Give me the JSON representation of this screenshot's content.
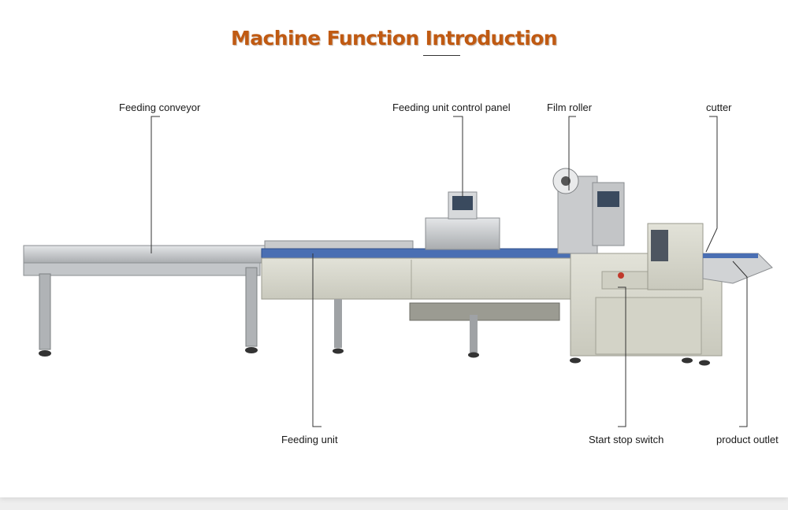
{
  "title": "Machine Function Introduction",
  "labels": {
    "feeding_conveyor": "Feeding conveyor",
    "feeding_unit_control_panel": "Feeding unit control panel",
    "film_roller": "Film roller",
    "cutter": "cutter",
    "feeding_unit": "Feeding unit",
    "start_stop_switch": "Start stop switch",
    "product_outlet": "product outlet"
  },
  "colors": {
    "title": "#c05a12",
    "machine_body": "#d9d9ce",
    "steel": "#b9bcbf",
    "leader_line": "#333333"
  }
}
